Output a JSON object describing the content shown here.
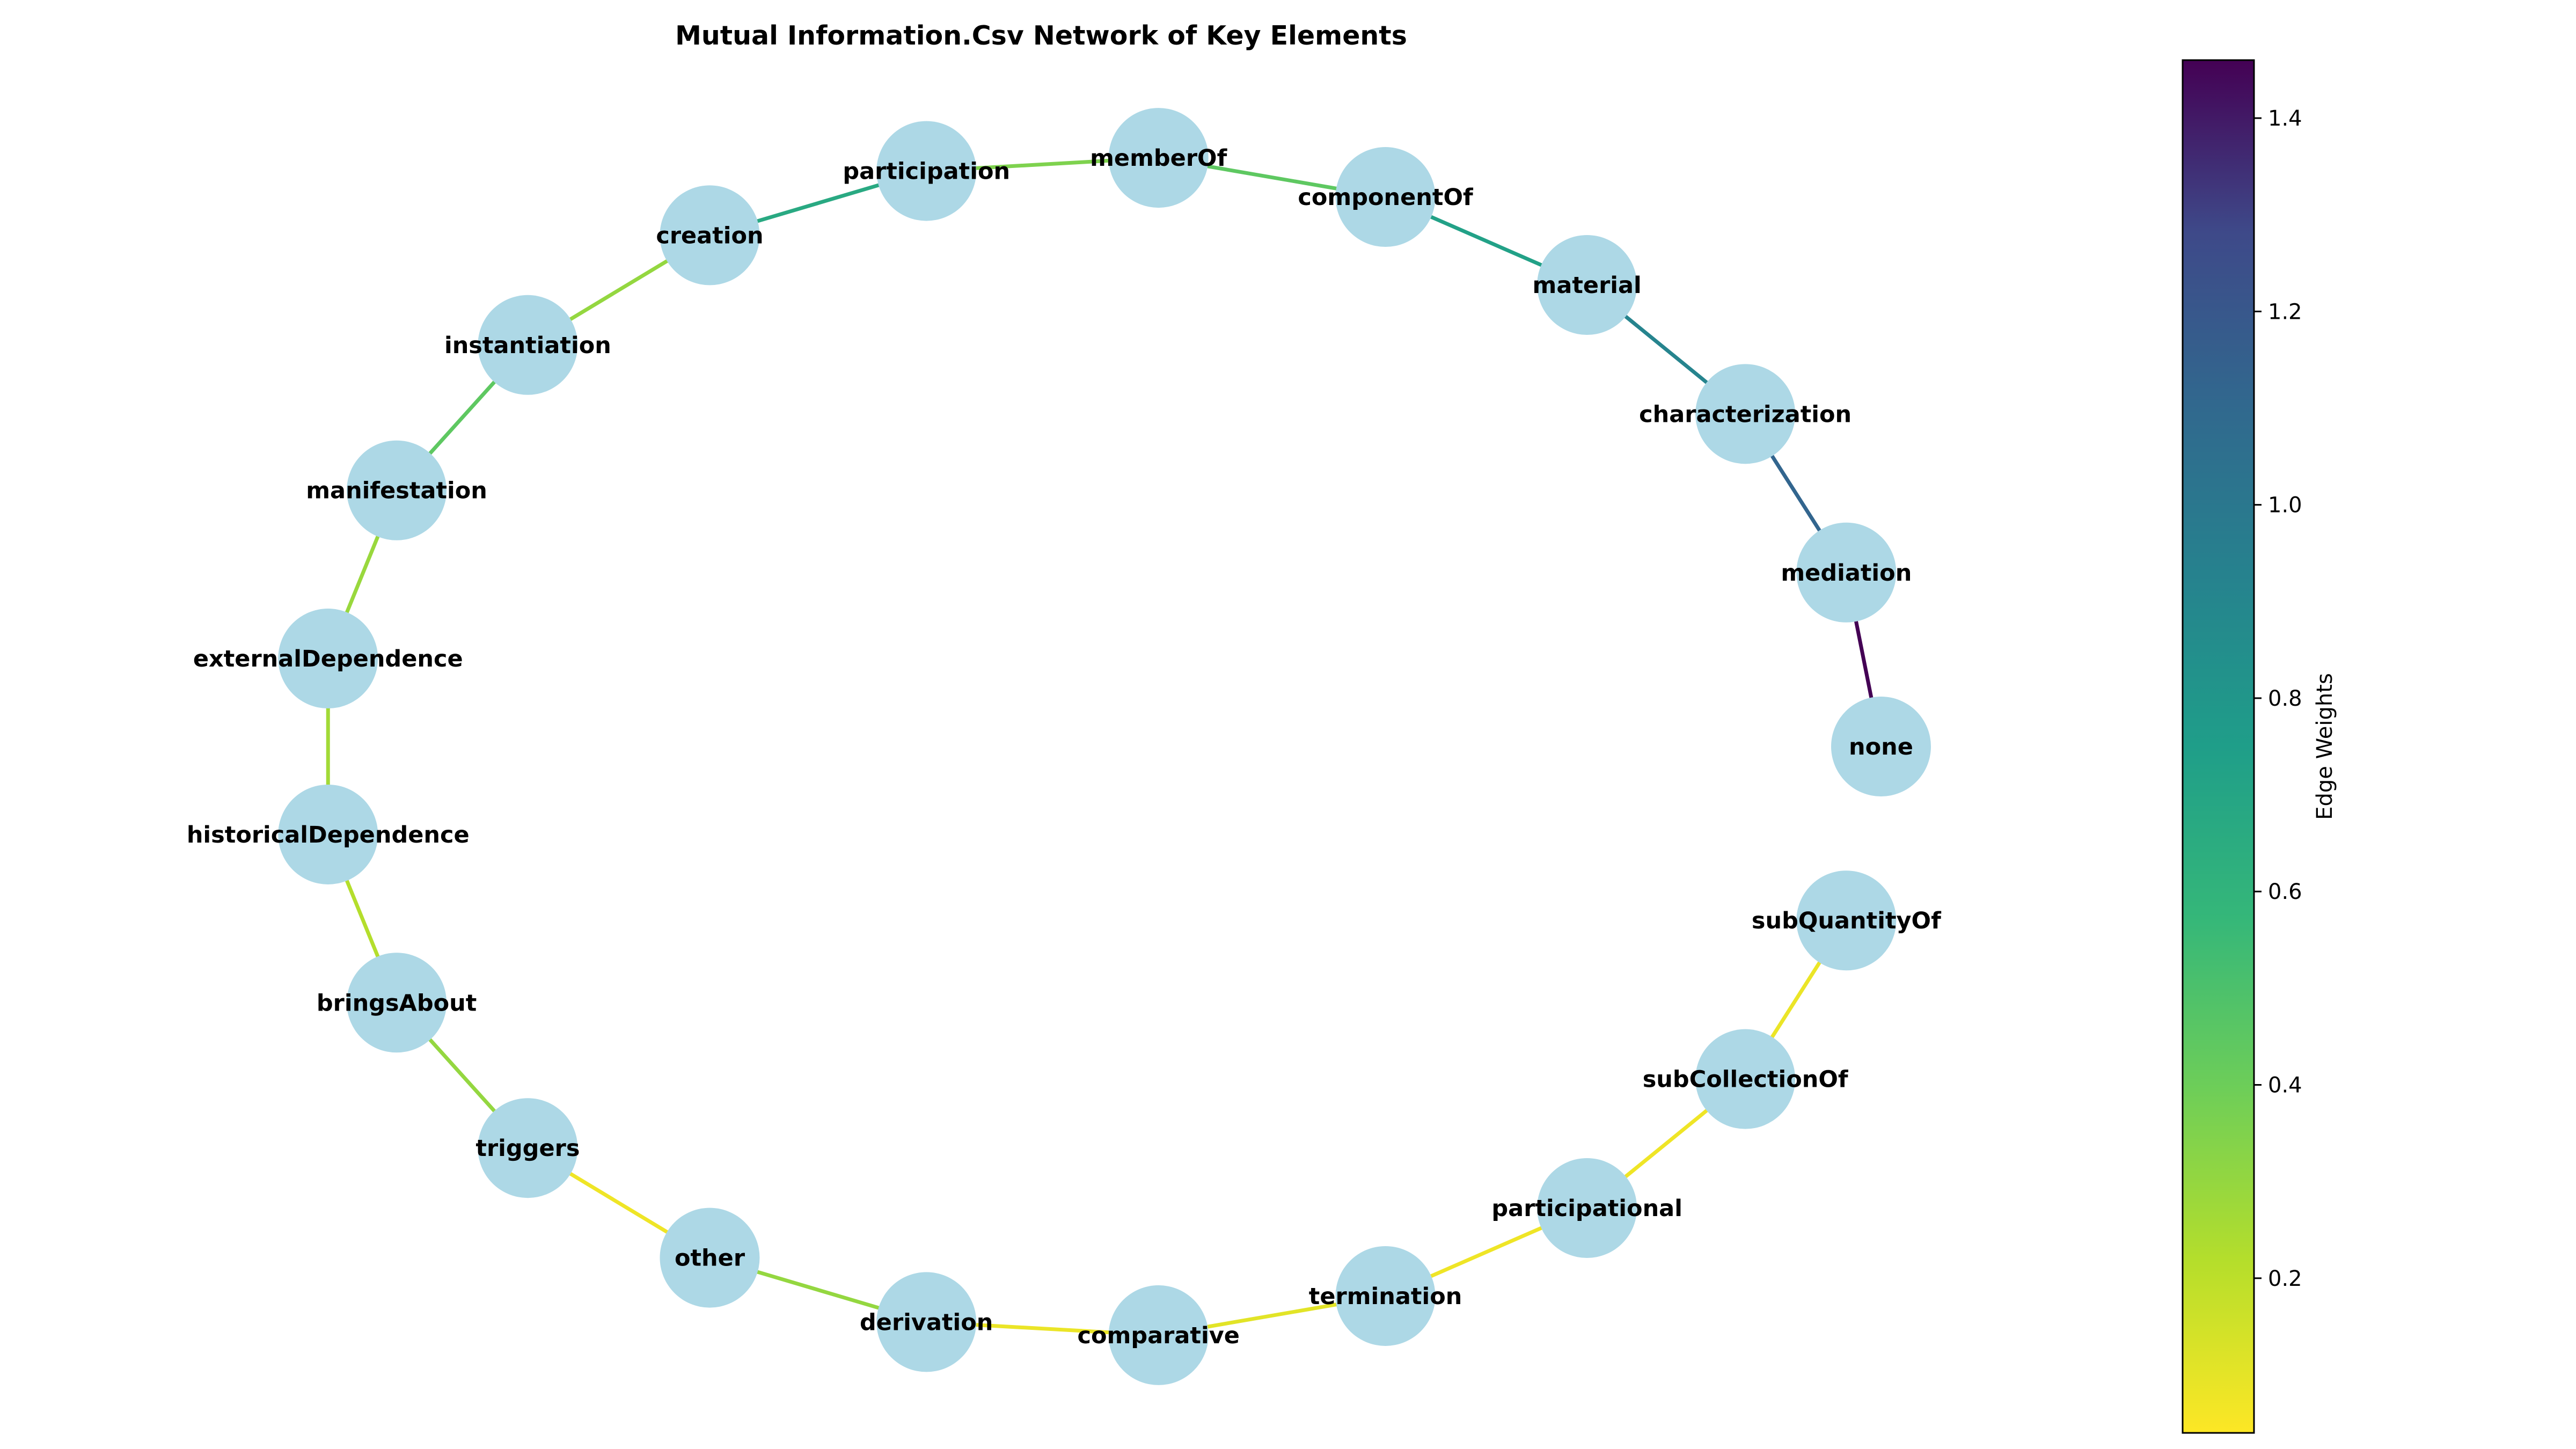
{
  "title": "Mutual Information.Csv Network of Key Elements",
  "colors": {
    "node_fill": "#add8e6",
    "background": "#ffffff",
    "colormap": "viridis_r"
  },
  "colorbar": {
    "label": "Edge Weights",
    "range": [
      0.04,
      1.46
    ],
    "ticks": [
      "0.2",
      "0.4",
      "0.6",
      "0.8",
      "1.0",
      "1.2",
      "1.4"
    ]
  },
  "nodes": [
    "none",
    "mediation",
    "characterization",
    "material",
    "componentOf",
    "memberOf",
    "participation",
    "creation",
    "instantiation",
    "manifestation",
    "externalDependence",
    "historicalDependence",
    "bringsAbout",
    "triggers",
    "other",
    "derivation",
    "comparative",
    "termination",
    "participational",
    "subCollectionOf",
    "subQuantityOf"
  ],
  "edges": [
    {
      "source": "none",
      "target": "mediation",
      "weight": 1.46
    },
    {
      "source": "mediation",
      "target": "characterization",
      "weight": 1.0
    },
    {
      "source": "characterization",
      "target": "material",
      "weight": 0.82
    },
    {
      "source": "material",
      "target": "componentOf",
      "weight": 0.65
    },
    {
      "source": "componentOf",
      "target": "memberOf",
      "weight": 0.4
    },
    {
      "source": "memberOf",
      "target": "participation",
      "weight": 0.32
    },
    {
      "source": "participation",
      "target": "creation",
      "weight": 0.6
    },
    {
      "source": "creation",
      "target": "instantiation",
      "weight": 0.27
    },
    {
      "source": "instantiation",
      "target": "manifestation",
      "weight": 0.4
    },
    {
      "source": "manifestation",
      "target": "externalDependence",
      "weight": 0.26
    },
    {
      "source": "externalDependence",
      "target": "historicalDependence",
      "weight": 0.24
    },
    {
      "source": "historicalDependence",
      "target": "bringsAbout",
      "weight": 0.2
    },
    {
      "source": "bringsAbout",
      "target": "triggers",
      "weight": 0.27
    },
    {
      "source": "triggers",
      "target": "other",
      "weight": 0.07
    },
    {
      "source": "other",
      "target": "derivation",
      "weight": 0.27
    },
    {
      "source": "derivation",
      "target": "comparative",
      "weight": 0.08
    },
    {
      "source": "comparative",
      "target": "termination",
      "weight": 0.1
    },
    {
      "source": "termination",
      "target": "participational",
      "weight": 0.07
    },
    {
      "source": "participational",
      "target": "subCollectionOf",
      "weight": 0.07
    },
    {
      "source": "subCollectionOf",
      "target": "subQuantityOf",
      "weight": 0.08
    }
  ]
}
